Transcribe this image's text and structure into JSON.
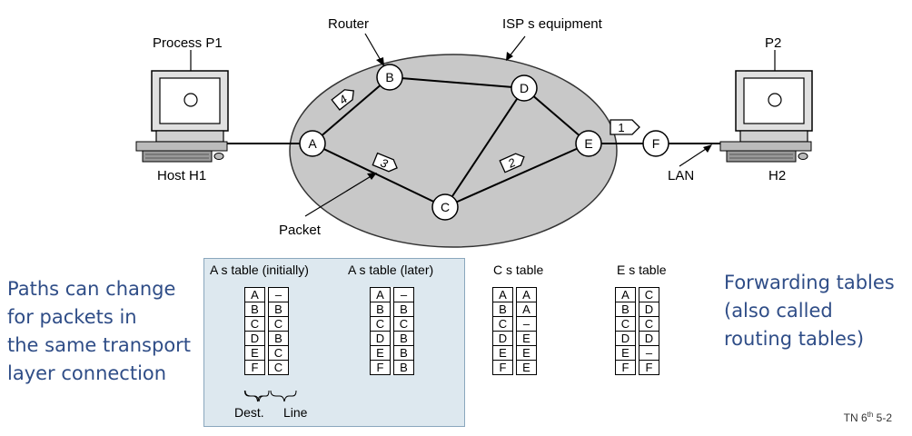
{
  "labels": {
    "router": "Router",
    "isp": "ISP s equipment",
    "process_p1": "Process P1",
    "p2": "P2",
    "host_h1": "Host H1",
    "h2": "H2",
    "lan": "LAN",
    "packet": "Packet"
  },
  "nodes": [
    "A",
    "B",
    "C",
    "D",
    "E",
    "F"
  ],
  "packet_numbers": [
    "1",
    "2",
    "3",
    "4"
  ],
  "left_text": [
    "Paths can change",
    "for packets in",
    "the same transport",
    "layer connection"
  ],
  "right_text": [
    "Forwarding tables",
    "(also called",
    "routing tables)"
  ],
  "footnote": {
    "prefix": "TN 6",
    "sup": "th",
    "suffix": " 5-2"
  },
  "tables": [
    {
      "title": "A s table (initially)",
      "rows": [
        [
          "A",
          "–"
        ],
        [
          "B",
          "B"
        ],
        [
          "C",
          "C"
        ],
        [
          "D",
          "B"
        ],
        [
          "E",
          "C"
        ],
        [
          "F",
          "C"
        ]
      ]
    },
    {
      "title": "A s table (later)",
      "rows": [
        [
          "A",
          "–"
        ],
        [
          "B",
          "B"
        ],
        [
          "C",
          "C"
        ],
        [
          "D",
          "B"
        ],
        [
          "E",
          "B"
        ],
        [
          "F",
          "B"
        ]
      ]
    },
    {
      "title": "C s table",
      "rows": [
        [
          "A",
          "A"
        ],
        [
          "B",
          "A"
        ],
        [
          "C",
          "–"
        ],
        [
          "D",
          "E"
        ],
        [
          "E",
          "E"
        ],
        [
          "F",
          "E"
        ]
      ]
    },
    {
      "title": "E s table",
      "rows": [
        [
          "A",
          "C"
        ],
        [
          "B",
          "D"
        ],
        [
          "C",
          "C"
        ],
        [
          "D",
          "D"
        ],
        [
          "E",
          "–"
        ],
        [
          "F",
          "F"
        ]
      ]
    }
  ],
  "column_labels": {
    "dest": "Dest.",
    "line": "Line"
  }
}
